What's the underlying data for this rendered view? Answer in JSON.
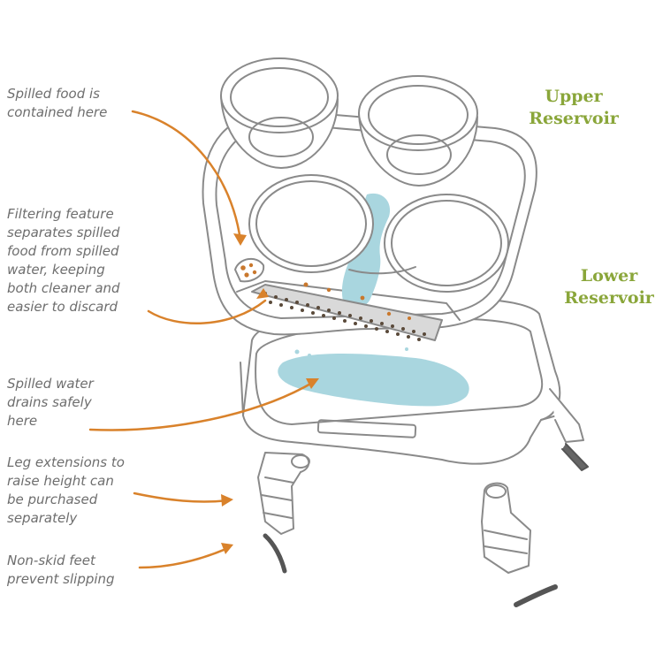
{
  "labels": {
    "upper_reservoir": "Upper\nReservoir",
    "lower_reservoir": "Lower\nReservoir"
  },
  "callouts": {
    "spilled_food": "Spilled food is\ncontained here",
    "filtering_feature": "Filtering feature\nseparates spilled\nfood from spilled\nwater, keeping\nboth cleaner and\neasier to discard",
    "water_drains": "Spilled water\ndrains safely\nhere",
    "leg_extensions": "Leg extensions to\nraise height can\nbe purchased\nseparately",
    "nonskid_feet": "Non-skid feet\nprevent slipping"
  },
  "colors": {
    "label_green": "#8aa63a",
    "arrow_orange": "#d9822b",
    "outline_gray": "#8a8a8a",
    "water_blue": "#a9d6df",
    "text_gray": "#6e6e6e",
    "feet_dark": "#555555"
  }
}
